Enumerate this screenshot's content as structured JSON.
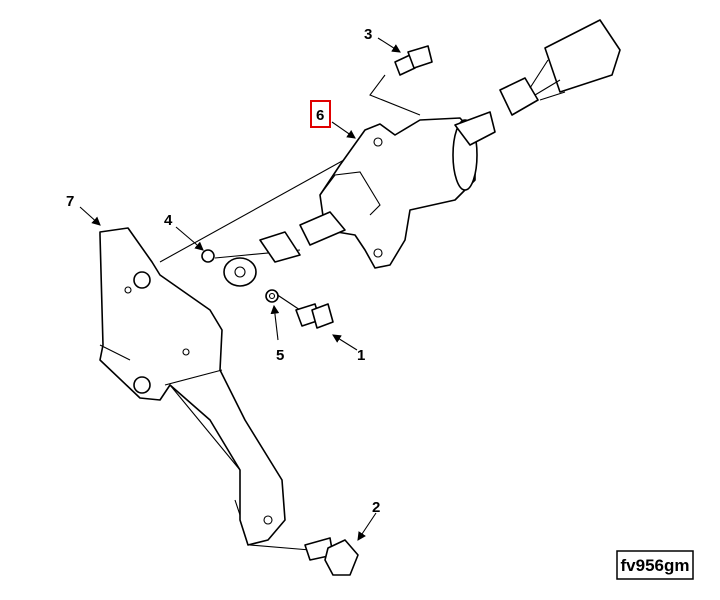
{
  "diagram": {
    "callouts": [
      {
        "number": "1",
        "part": "capscrew"
      },
      {
        "number": "2",
        "part": "capscrew"
      },
      {
        "number": "3",
        "part": "capscrew"
      },
      {
        "number": "4",
        "part": "nut"
      },
      {
        "number": "5",
        "part": "washer"
      },
      {
        "number": "6",
        "part": "solenoid",
        "highlighted": true
      },
      {
        "number": "7",
        "part": "bracket"
      }
    ],
    "highlight_color": "#e00000",
    "figure_label": "fv956gm"
  }
}
